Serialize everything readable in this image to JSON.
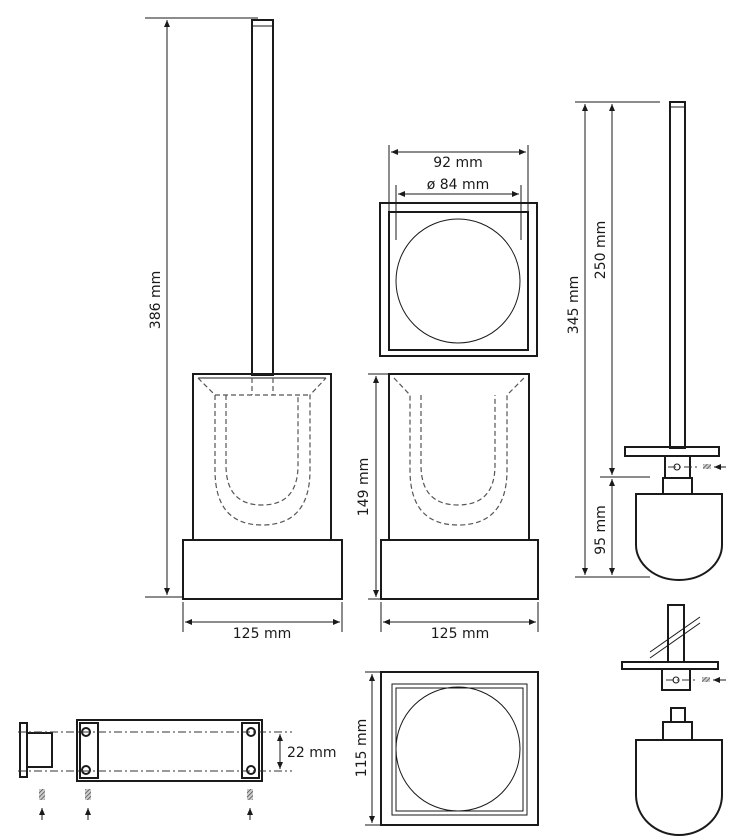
{
  "dimensions": {
    "total_height_left": "386 mm",
    "width_left": "125 mm",
    "outer_square": "92 mm",
    "inner_diameter": "ø 84 mm",
    "holder_height": "149 mm",
    "width_middle": "125 mm",
    "depth_bottom": "115 mm",
    "brush_total": "345 mm",
    "handle_length": "250 mm",
    "head_length": "95 mm",
    "bracket_hole_spacing": "22 mm"
  },
  "colors": {
    "line": "#1a1a1a",
    "hidden": "#555555"
  }
}
